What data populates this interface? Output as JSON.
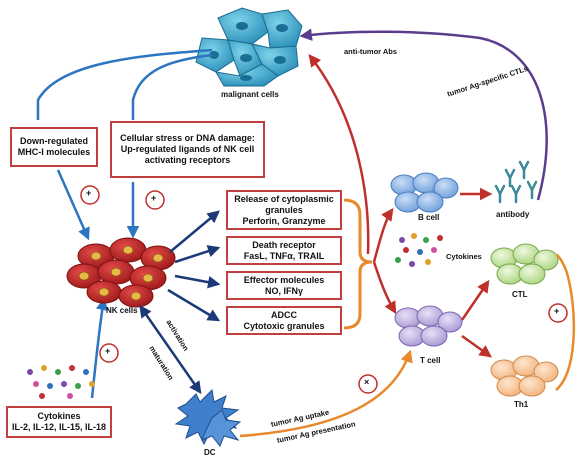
{
  "cells": {
    "malignant": "malignant cells",
    "nk": "NK cells",
    "b_cell": "B cell",
    "t_cell": "T cell",
    "ctl": "CTL",
    "th1": "Th1",
    "dc": "DC",
    "antibody": "antibody",
    "cytokines_small": "Cytokines"
  },
  "boxes": {
    "mhc": {
      "line1": "Down-regulated",
      "line2": "MHC-I molecules"
    },
    "stress": {
      "line1": "Cellular stress or DNA damage:",
      "line2": "Up-regulated ligands of NK cell",
      "line3": "activating receptors"
    },
    "release": {
      "line1": "Release of cytoplasmic",
      "line2": "granules",
      "line3": "Perforin, Granzyme"
    },
    "death": {
      "line1": "Death receptor",
      "line2": "FasL, TNFα, TRAIL"
    },
    "effector": {
      "line1": "Effector molecules",
      "line2": "NO, IFNγ"
    },
    "adcc": {
      "line1": "ADCC",
      "line2": "Cytotoxic granules"
    },
    "cytokines": {
      "line1": "Cytokines",
      "line2": "IL-2, IL-12, IL-15, IL-18"
    }
  },
  "arrows": {
    "anti_tumor_abs": "anti-tumor Abs",
    "tumor_ctls": "tumor Ag-specific CTLs",
    "activation": "activation",
    "maturation": "maturation",
    "ag_uptake": "tumor Ag uptake",
    "ag_presentation": "tumor Ag presentation"
  },
  "symbols": {
    "plus": "+",
    "times": "×"
  },
  "colors": {
    "red": "#c0302b",
    "blue": "#2c75c0",
    "navy": "#1d3a78",
    "purple": "#5a3d8c",
    "orange": "#e88a2c",
    "box_border": "#c0403f"
  }
}
